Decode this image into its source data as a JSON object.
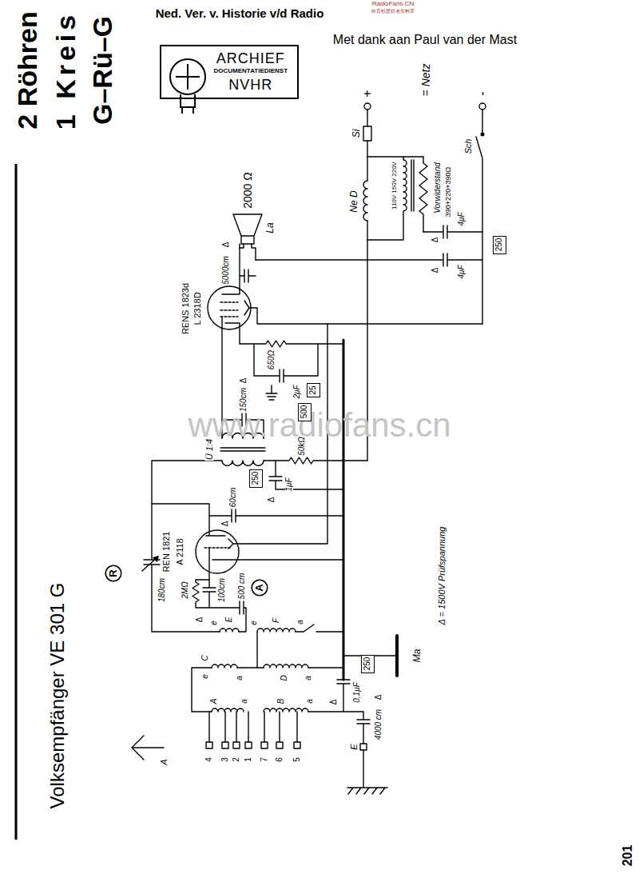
{
  "diagram": {
    "title": "Volksempfänger VE 301 G",
    "nodes": [
      {
        "text": [
          "ARCHIEF",
          "DOCUMENTATIEDIENST",
          "NVHR"
        ]
      },
      {
        "text": [
          "25"
        ]
      },
      {
        "text": [
          "500"
        ]
      },
      {
        "text": [
          "250"
        ]
      },
      {
        "text": [
          "250"
        ]
      },
      {
        "text": [
          "250"
        ]
      },
      {
        "text": [
          "R"
        ]
      },
      {
        "text": [
          "A"
        ]
      }
    ],
    "labels": [
      "Ned. Ver. v. Historie v/d Radio",
      "Met dank aan Paul van der Mast",
      "RadioFans.CN",
      "收音机爱好者资料库",
      "www.radiofans.cn",
      "2 Röhren",
      "1 Kreis",
      "G–Rü–G",
      "201",
      "+",
      "-",
      "= Netz",
      "Si",
      "Ne D",
      "110V 150V 220V",
      "Vorwiderstand",
      "390+220+390Ω",
      "Sch",
      "Δ",
      "4μF",
      "Δ",
      "4μF",
      "2000 Ω",
      "La",
      "Δ",
      "5000cm",
      "RENS 1823d",
      "L 2318D",
      "650Ω",
      "2μF",
      "Δ",
      "150cm",
      "Ü 1:4",
      "50kΩ",
      "Δ",
      "1μF",
      "60cm",
      "Δ",
      "REN 1821",
      "A 2118",
      "180cm",
      "2MΩ",
      "100cm",
      "Δ",
      "500 cm",
      "E",
      "F",
      "e",
      "e",
      "a",
      "C",
      "D",
      "e",
      "a",
      "a",
      "A",
      "B",
      "a",
      "a",
      "4",
      "3",
      "2",
      "1",
      "7",
      "6",
      "5",
      "A",
      "E",
      "Ma",
      "Δ",
      "0,1μF",
      "Δ",
      "4000 cm",
      "Δ = 1500V Prüfspannung"
    ]
  }
}
